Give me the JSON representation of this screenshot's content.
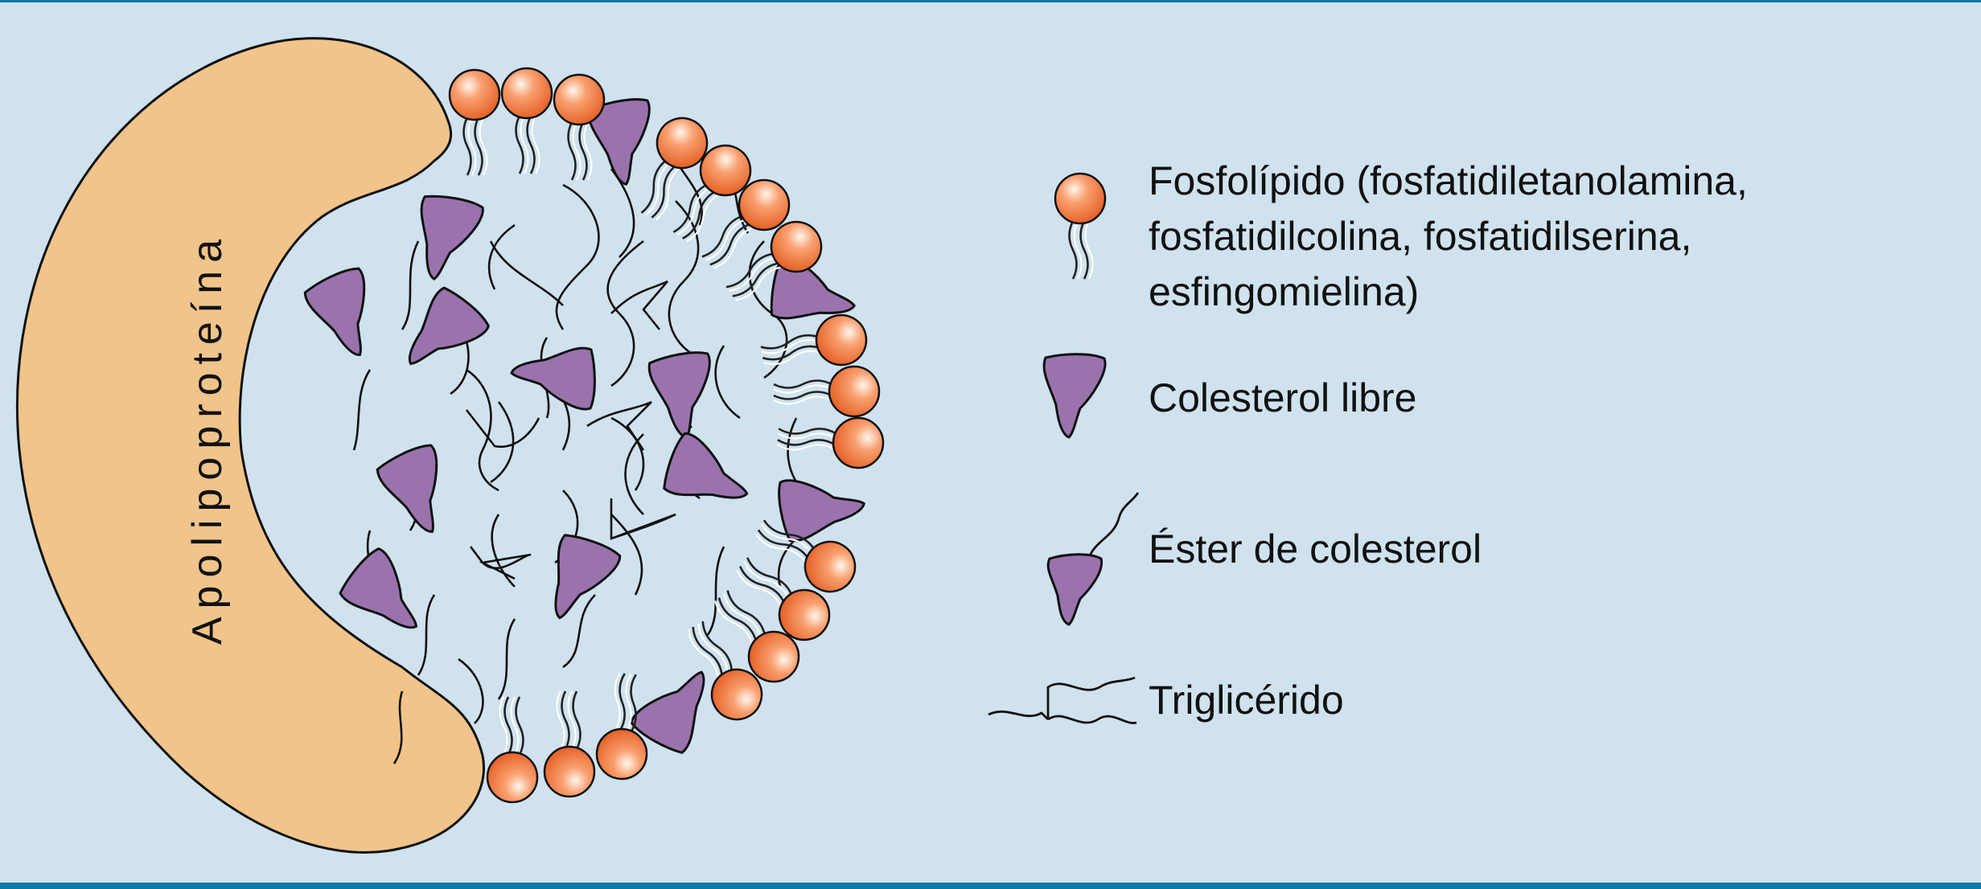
{
  "diagram": {
    "apolipoprotein_label": "Apolipoproteína",
    "colors": {
      "background": "#cfe2ee",
      "frame": "#0e7aa3",
      "apolipoprotein": "#f0c48a",
      "phospholipid_head": "#f47a3c",
      "cholesterol": "#9a73ad"
    },
    "legend": {
      "phospholipid": {
        "line1": "Fosfolípido (fosfatidiletanolamina,",
        "line2": "fosfatidilcolina, fosfatidilserina,",
        "line3": "esfingomielina)"
      },
      "free_cholesterol": "Colesterol libre",
      "cholesterol_ester": "Éster de colesterol",
      "triglyceride": "Triglicérido"
    }
  }
}
